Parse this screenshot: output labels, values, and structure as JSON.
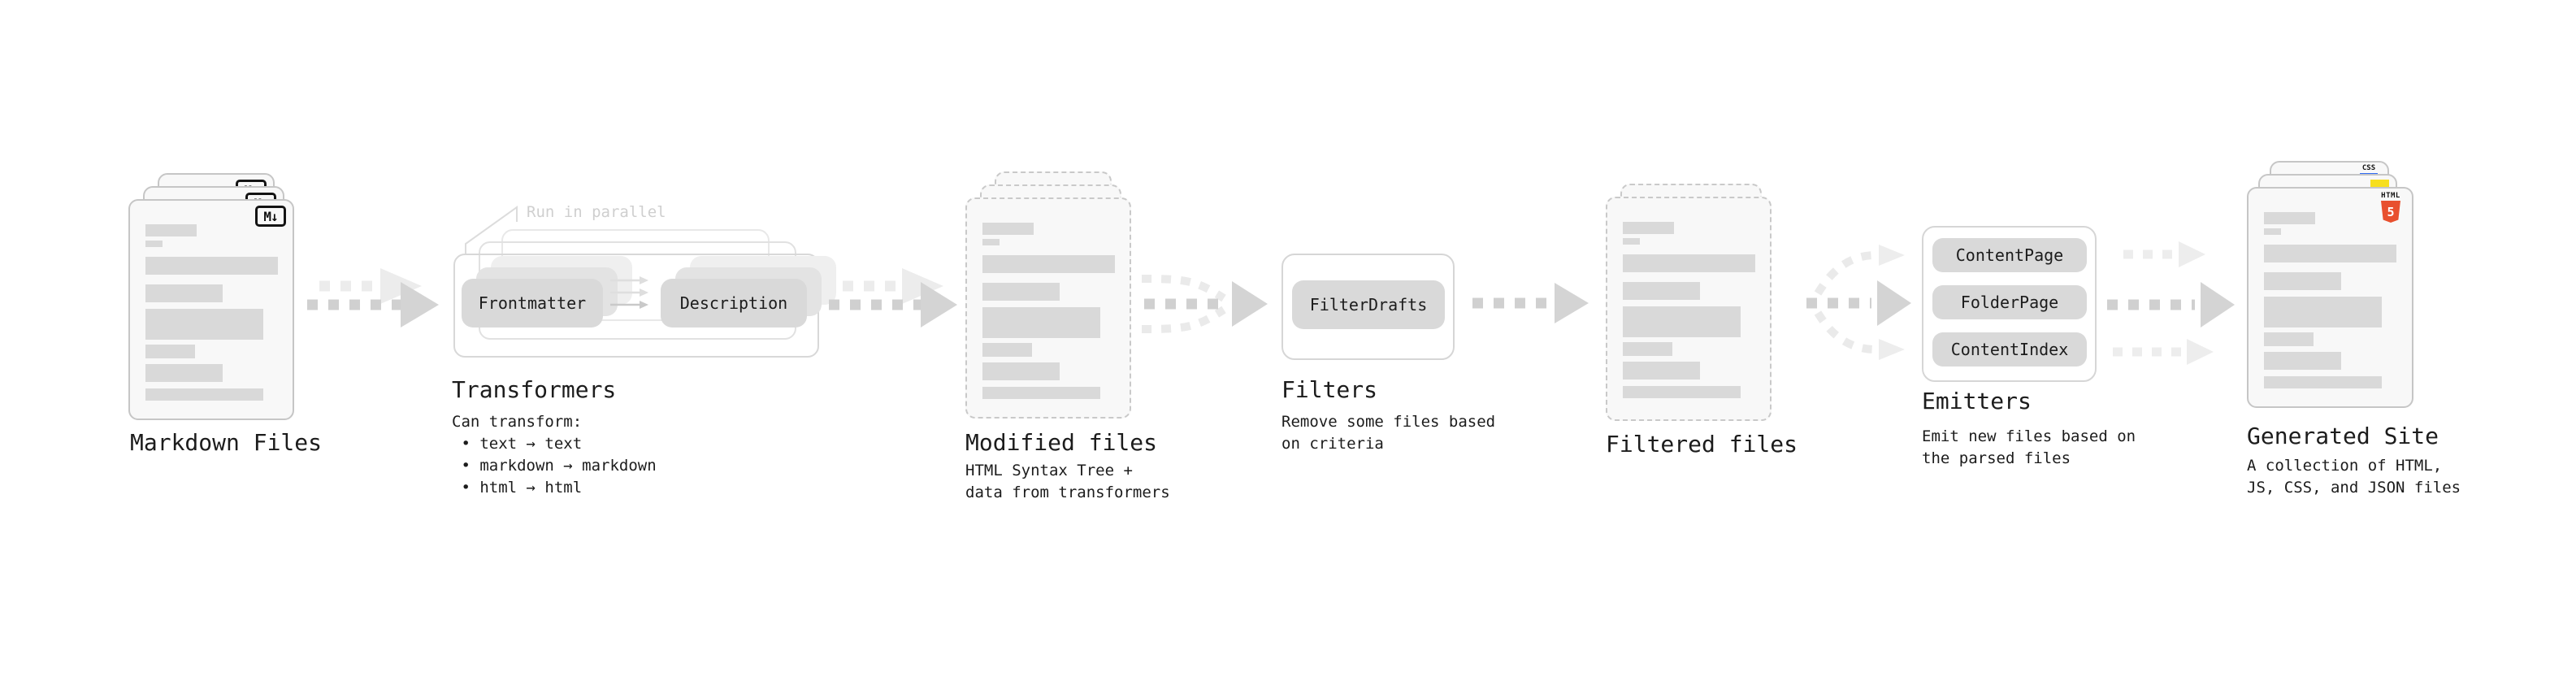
{
  "diagram": {
    "pipeline": {
      "markdown_files": {
        "title": "Markdown Files",
        "file_icon": "M↓"
      },
      "transformers": {
        "title": "Transformers",
        "annotation": "Run in parallel",
        "pills": [
          "Frontmatter",
          "Description"
        ],
        "description_lines": [
          "Can transform:",
          " • text → text",
          " • markdown → markdown",
          " • html → html"
        ]
      },
      "modified_files": {
        "title": "Modified files",
        "description_lines": [
          "HTML Syntax Tree +",
          "data from transformers"
        ]
      },
      "filters": {
        "title": "Filters",
        "pill": "FilterDrafts",
        "description_lines": [
          "Remove some files based",
          "on criteria"
        ]
      },
      "filtered_files": {
        "title": "Filtered files"
      },
      "emitters": {
        "title": "Emitters",
        "pills": [
          "ContentPage",
          "FolderPage",
          "ContentIndex"
        ],
        "description_lines": [
          "Emit new files based on",
          "the parsed files"
        ]
      },
      "generated_site": {
        "title": "Generated Site",
        "description_lines": [
          "A collection of HTML,",
          "JS, CSS, and JSON files"
        ],
        "badges": {
          "html_word": "HTML",
          "html_number": "5",
          "css_word": "CSS"
        }
      }
    },
    "colors": {
      "background": "#ffffff",
      "card_bg": "#f8f8f8",
      "card_border": "#c9c9c9",
      "placeholder_bar": "#d9d9d9",
      "pill_bg": "#d9d9d9",
      "arrow_dark": "#d2d2d2",
      "arrow_light": "#ececec",
      "text": "#1c1c1c",
      "annotation_gray": "#cfcfcf",
      "html5_orange": "#e8502e",
      "js_yellow": "#f7df1e",
      "css_blue": "#2f6bf2"
    }
  }
}
